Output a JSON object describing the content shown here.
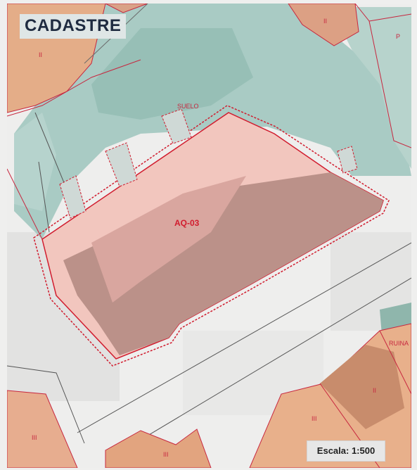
{
  "map": {
    "title": "CADASTRE",
    "scale_label": "Escala: 1:500",
    "parcel_id": "AQ-03",
    "labels": {
      "suelo": "SUELO",
      "ruina": "RUINA",
      "iii_top_left": "II",
      "iii_top_center": "II",
      "p_top_right": "P",
      "ii_bottom_right": "II",
      "iii_bottom_left": "III",
      "iii_bottom_center": "III",
      "iii_bottom_mid": "III"
    },
    "colors": {
      "parcel_outline": "#d11c2e",
      "highlight_fill": "#f4c3bc",
      "building_fill": "#e6ad8c",
      "vegetation": "#9cc4bb",
      "background": "#f2f2f2"
    }
  }
}
